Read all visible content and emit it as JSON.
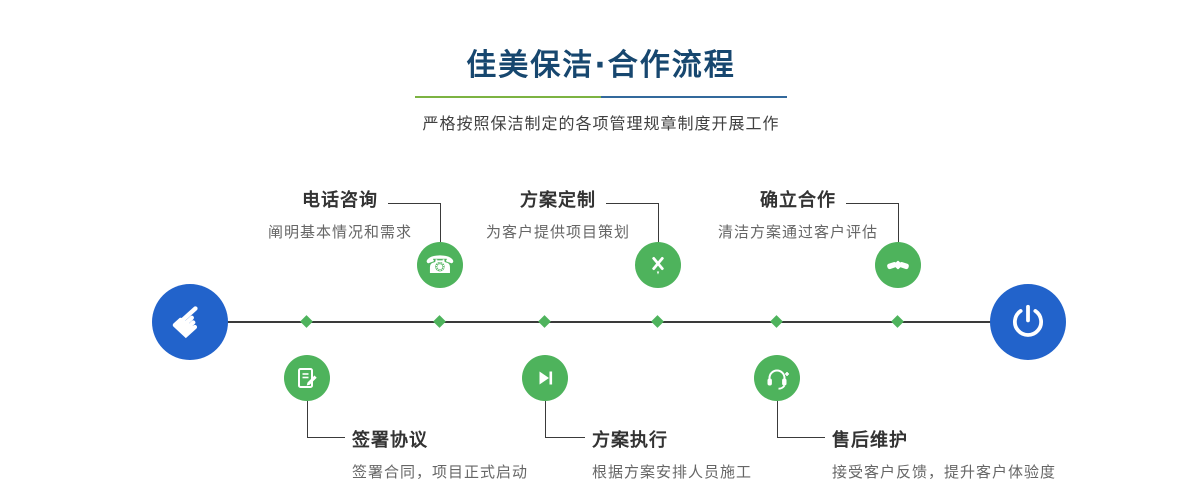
{
  "header": {
    "title": "佳美保洁·合作流程",
    "subtitle": "严格按照保洁制定的各项管理规章制度开展工作"
  },
  "colors": {
    "title_navy": "#17476f",
    "accent_green": "#4eb35c",
    "accent_blue": "#2263cb",
    "underline_green": "#7cb342",
    "underline_blue": "#33699c",
    "line_dark": "#3a3a3a"
  },
  "timeline": {
    "start": {
      "icon": "hand-pointer-icon"
    },
    "end": {
      "icon": "power-icon"
    },
    "steps_top": [
      {
        "title": "电话咨询",
        "desc": "阐明基本情况和需求",
        "icon": "phone-icon"
      },
      {
        "title": "方案定制",
        "desc": "为客户提供项目策划",
        "icon": "design-tools-icon"
      },
      {
        "title": "确立合作",
        "desc": "清洁方案通过客户评估",
        "icon": "handshake-icon"
      }
    ],
    "steps_bottom": [
      {
        "title": "签署协议",
        "desc": "签署合同，项目正式启动",
        "icon": "contract-sign-icon"
      },
      {
        "title": "方案执行",
        "desc": "根据方案安排人员施工",
        "icon": "play-next-icon"
      },
      {
        "title": "售后维护",
        "desc": "接受客户反馈，提升客户体验度",
        "icon": "headset-support-icon"
      }
    ]
  }
}
